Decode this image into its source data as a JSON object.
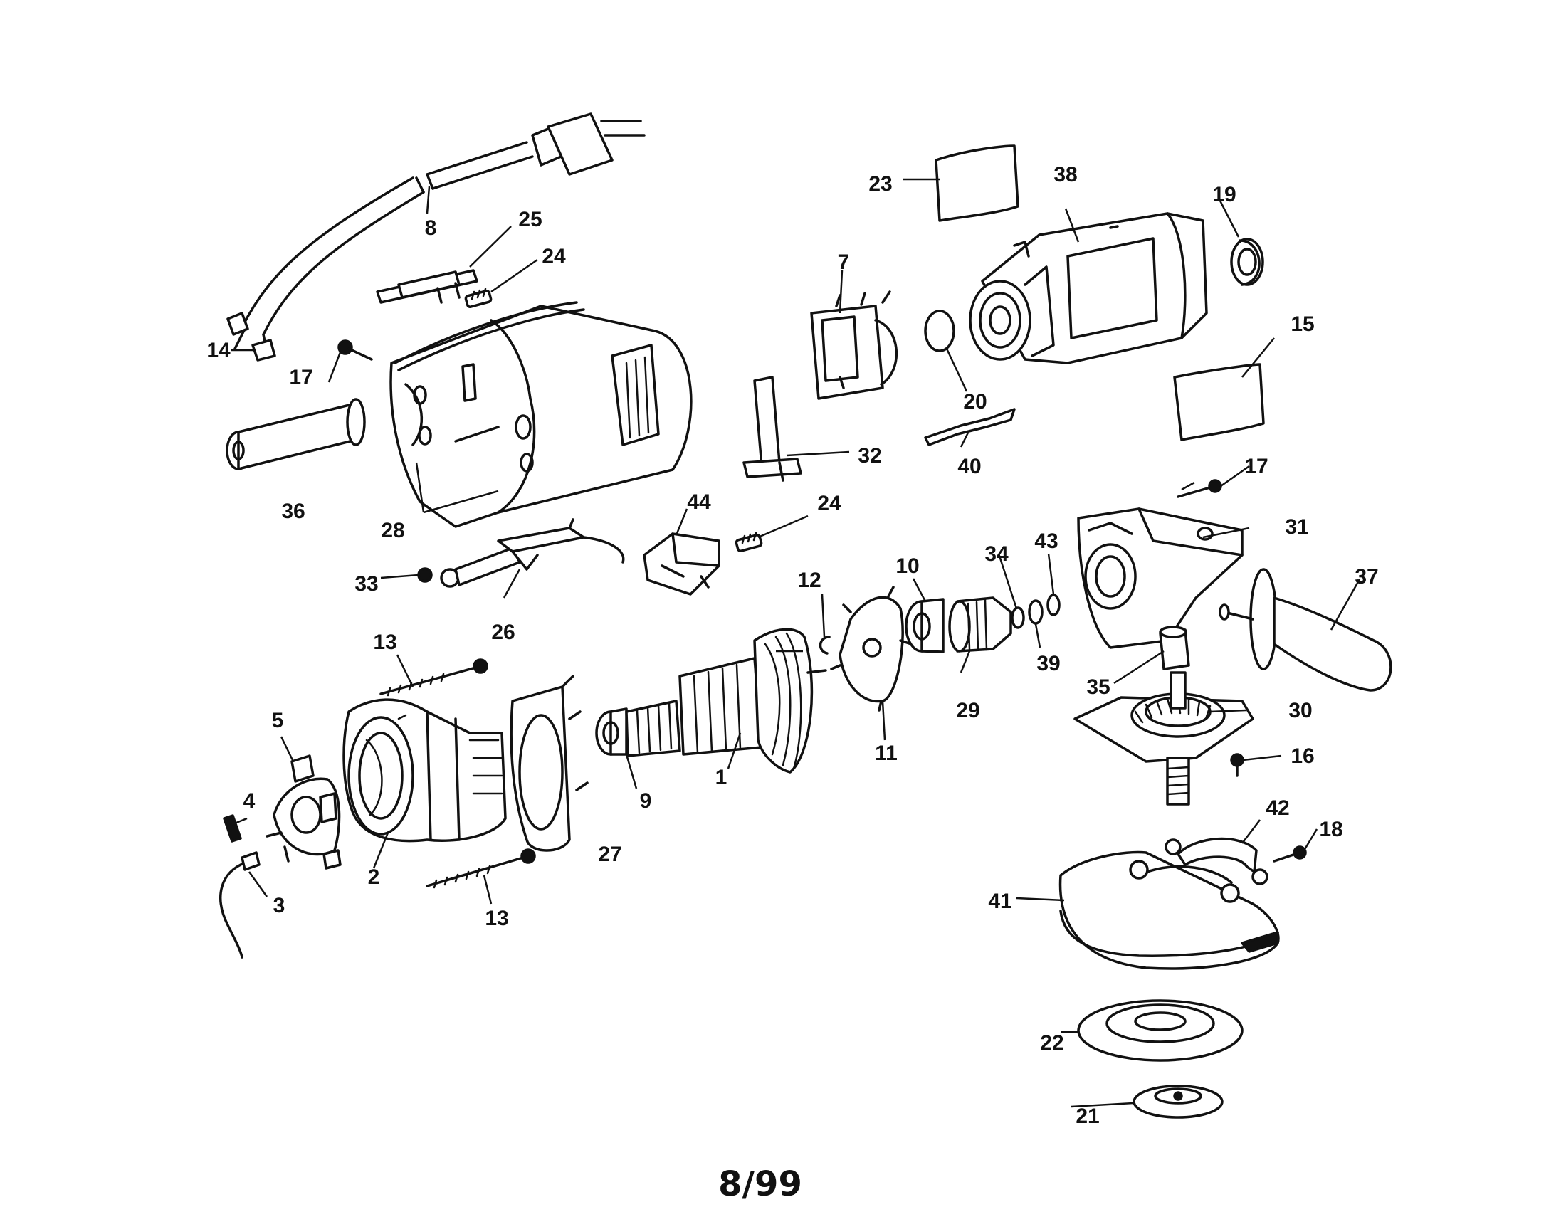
{
  "callouts": {
    "c1": "1",
    "c2": "2",
    "c3": "3",
    "c4": "4",
    "c5": "5",
    "c7": "7",
    "c8": "8",
    "c9": "9",
    "c10": "10",
    "c11": "11",
    "c12": "12",
    "c13": "13",
    "c14": "14",
    "c15": "15",
    "c16": "16",
    "c17": "17",
    "c18": "18",
    "c19": "19",
    "c20": "20",
    "c21": "21",
    "c22": "22",
    "c23": "23",
    "c24": "24",
    "c25": "25",
    "c26": "26",
    "c27": "27",
    "c28": "28",
    "c29": "29",
    "c30": "30",
    "c31": "31",
    "c32": "32",
    "c33": "33",
    "c34": "34",
    "c35": "35",
    "c36": "36",
    "c37": "37",
    "c38": "38",
    "c39": "39",
    "c40": "40",
    "c41": "41",
    "c42": "42",
    "c43": "43",
    "c44": "44"
  },
  "footer": {
    "page_code": "8/99"
  }
}
